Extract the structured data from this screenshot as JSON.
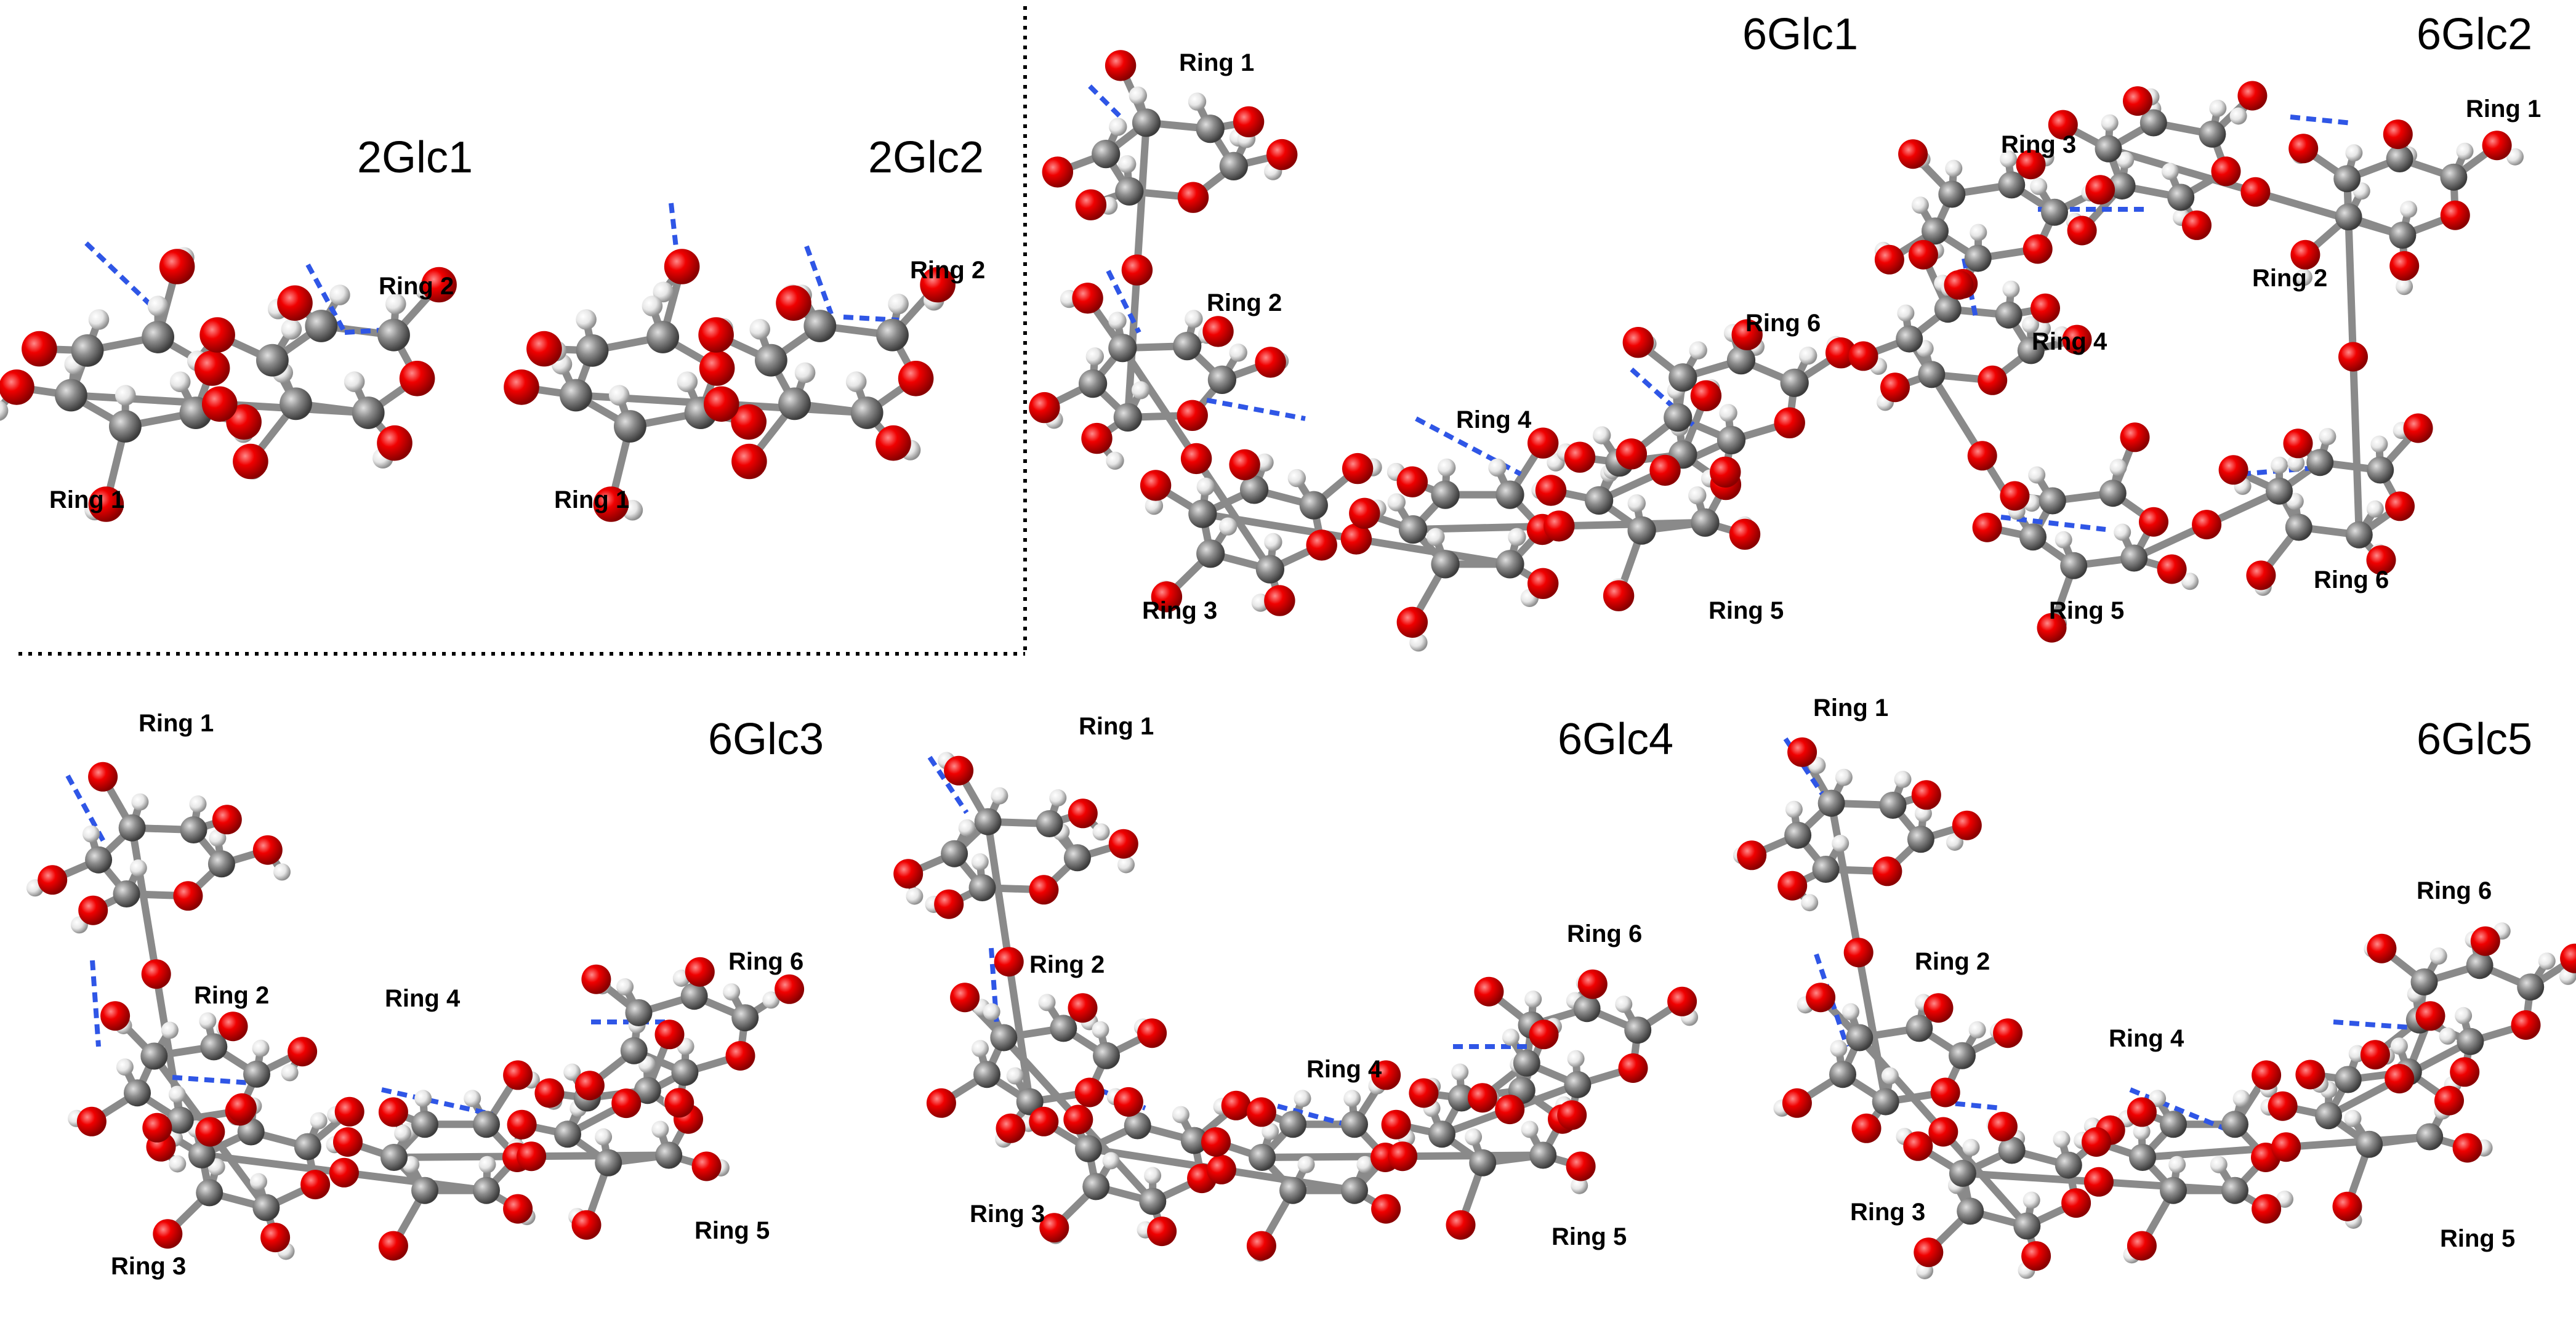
{
  "figure": {
    "panels": [
      {
        "id": "2Glc1",
        "title": "2Glc1",
        "rings": [
          "Ring 1",
          "Ring 2"
        ]
      },
      {
        "id": "2Glc2",
        "title": "2Glc2",
        "rings": [
          "Ring 1",
          "Ring 2"
        ]
      },
      {
        "id": "6Glc1",
        "title": "6Glc1",
        "rings": [
          "Ring 1",
          "Ring 2",
          "Ring 3",
          "Ring 4",
          "Ring 5",
          "Ring 6"
        ]
      },
      {
        "id": "6Glc2",
        "title": "6Glc2",
        "rings": [
          "Ring 1",
          "Ring 2",
          "Ring 3",
          "Ring 4",
          "Ring 5",
          "Ring 6"
        ]
      },
      {
        "id": "6Glc3",
        "title": "6Glc3",
        "rings": [
          "Ring 1",
          "Ring 2",
          "Ring 3",
          "Ring 4",
          "Ring 5",
          "Ring 6"
        ]
      },
      {
        "id": "6Glc4",
        "title": "6Glc4",
        "rings": [
          "Ring 1",
          "Ring 2",
          "Ring 3",
          "Ring 4",
          "Ring 5",
          "Ring 6"
        ]
      },
      {
        "id": "6Glc5",
        "title": "6Glc5",
        "rings": [
          "Ring 1",
          "Ring 2",
          "Ring 3",
          "Ring 4",
          "Ring 5",
          "Ring 6"
        ]
      }
    ],
    "colors": {
      "oxygen": "#e00000",
      "carbon": "#7a7a7a",
      "hydrogen": "#e8e8e8",
      "hbond": "#2f56e6"
    }
  }
}
